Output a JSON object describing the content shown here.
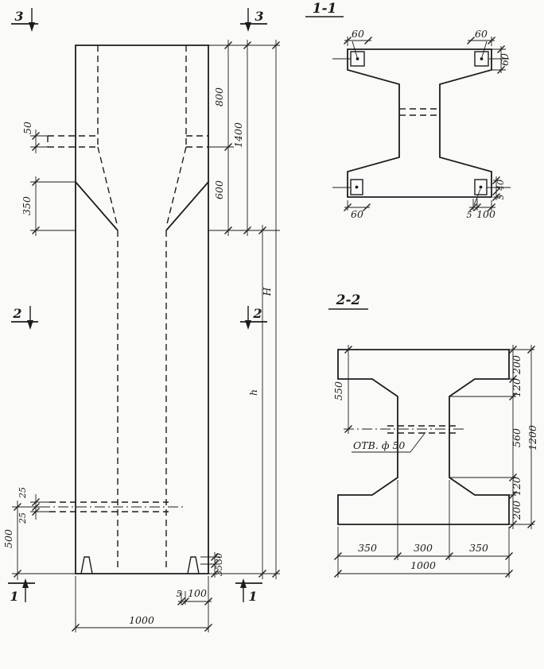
{
  "colors": {
    "ink": "#1c1c1c",
    "paper": "#fafaf8"
  },
  "elevation": {
    "markers": {
      "top_left": "3",
      "top_right": "3",
      "mid_left": "2",
      "mid_right": "2",
      "bottom_left": "1",
      "bottom_right": "1"
    },
    "dims": {
      "d50": "50",
      "d350": "350",
      "d25a": "25",
      "d25b": "25",
      "d500": "500",
      "d800": "800",
      "d1400": "1400",
      "d600": "600",
      "dH": "H",
      "dh": "h",
      "d1000": "1000",
      "d5": "5",
      "d100": "100",
      "d30": "30",
      "d35": "35"
    }
  },
  "section11": {
    "title": "1-1",
    "dims": {
      "d60_tl": "60",
      "d60_tr": "60",
      "d60_r": "60",
      "d60_bl": "60",
      "d5_b": "5",
      "d100_b": "100",
      "d40_r": "40",
      "d5_r": "5"
    }
  },
  "section22": {
    "title": "2-2",
    "hole_label": "ОТВ. ф 50",
    "dims": {
      "d550": "550",
      "d200_t": "200",
      "d120_t": "120",
      "d560": "560",
      "d120_b": "120",
      "d200_b": "200",
      "d1200": "1200",
      "d350_l": "350",
      "d300": "300",
      "d350_r": "350",
      "d1000": "1000"
    }
  }
}
